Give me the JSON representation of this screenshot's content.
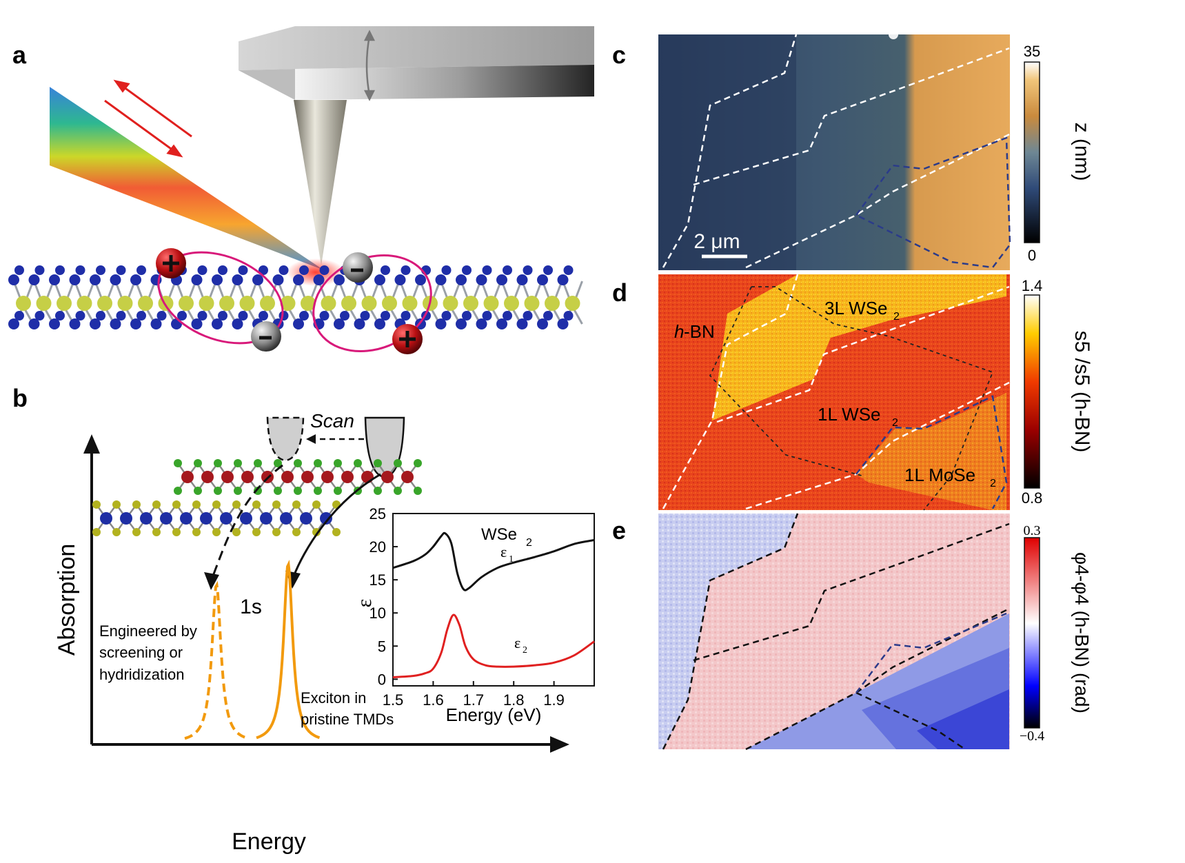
{
  "panels": {
    "a": "a",
    "b": "b",
    "c": "c",
    "d": "d",
    "e": "e"
  },
  "panel_b": {
    "scan_label": "Scan",
    "y_axis_label": "Absorption",
    "x_axis_label": "Energy",
    "peak_label": "1s",
    "left_peak_caption_1": "Engineered by",
    "left_peak_caption_2": "screening or",
    "left_peak_caption_3": "hydridization",
    "right_peak_caption_1": "Exciton in",
    "right_peak_caption_2": "pristine TMDs",
    "inset_title": "WSe",
    "inset_title_sub": "2",
    "inset_eps1": "ε",
    "inset_eps1_sub": "1",
    "inset_eps2": "ε",
    "inset_eps2_sub": "2",
    "inset_ylabel": "ε",
    "inset_xlabel": "Energy (eV)",
    "inset_yticks": [
      "0",
      "5",
      "10",
      "15",
      "20",
      "25"
    ],
    "inset_xticks": [
      "1.5",
      "1.6",
      "1.7",
      "1.8",
      "1.9"
    ]
  },
  "chart_data": {
    "type": "line",
    "title": "WSe2",
    "xlabel": "Energy (eV)",
    "ylabel": "ε",
    "xlim": [
      1.5,
      2.0
    ],
    "ylim": [
      -1,
      25
    ],
    "series": [
      {
        "name": "ε1",
        "color": "#000000",
        "x": [
          1.5,
          1.55,
          1.58,
          1.6,
          1.62,
          1.63,
          1.645,
          1.66,
          1.675,
          1.69,
          1.72,
          1.76,
          1.8,
          1.85,
          1.9,
          1.95,
          2.0
        ],
        "y": [
          16.8,
          17.8,
          18.8,
          20.0,
          21.6,
          22.0,
          20.5,
          16.0,
          13.6,
          13.8,
          15.4,
          16.8,
          17.6,
          18.4,
          19.3,
          20.4,
          21.0
        ]
      },
      {
        "name": "ε2",
        "color": "#e02020",
        "x": [
          1.5,
          1.55,
          1.58,
          1.6,
          1.62,
          1.635,
          1.65,
          1.665,
          1.68,
          1.7,
          1.73,
          1.76,
          1.8,
          1.85,
          1.9,
          1.95,
          2.0
        ],
        "y": [
          0.3,
          0.5,
          0.9,
          1.6,
          4.0,
          7.5,
          9.7,
          8.2,
          5.0,
          3.0,
          2.1,
          1.9,
          1.9,
          2.1,
          2.5,
          3.6,
          5.7
        ]
      }
    ]
  },
  "panel_c": {
    "colorbar_label": "z (nm)",
    "colorbar_max": "35",
    "colorbar_min": "0",
    "scalebar": "2 μm"
  },
  "panel_d": {
    "colorbar_label": "s5 /s5 (h-BN)",
    "colorbar_max": "1.4",
    "colorbar_min": "0.8",
    "label_hbn_italic": "h",
    "label_hbn_rest": "-BN",
    "label_3l": "3L WSe",
    "label_1l_wse2": "1L WSe",
    "label_1l_mose2": "1L MoSe",
    "sub2": "2"
  },
  "panel_e": {
    "colorbar_label": "φ4-φ4 (h-BN) (rad)",
    "colorbar_max": "0.3",
    "colorbar_min": "−0.4"
  },
  "colors": {
    "orange_peak": "#f29a0e",
    "red_arrow": "#e0201e",
    "ellipse": "#d8197a",
    "wse2_blue_atom": "#1f2ea8",
    "chalcogen_yellow": "#c6cf46"
  }
}
